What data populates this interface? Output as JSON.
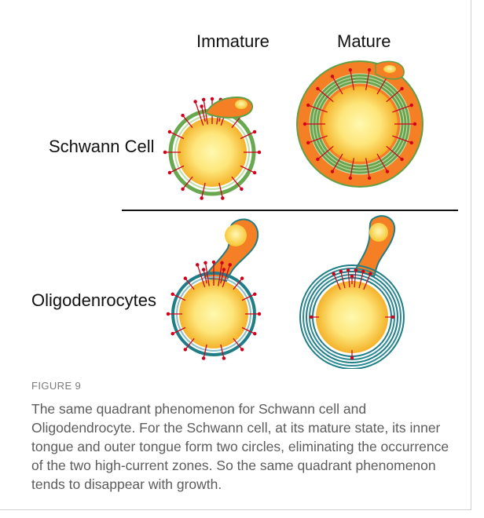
{
  "figure": {
    "column_labels": [
      "Immature",
      "Mature"
    ],
    "row_labels": [
      "Schwann Cell",
      "Oligodenrocytes"
    ],
    "colors": {
      "axon_core": "#fff6a6",
      "axon_edge": "#f5b52a",
      "cytoplasm": "#f57f25",
      "nucleus": "#ffd740",
      "schwann_myelin": "#5fa045",
      "oligo_myelin": "#1f7d86",
      "current_arrows": "#d0021b"
    }
  },
  "caption": {
    "label": "FIGURE 9",
    "text": "The same quadrant phenomenon for Schwann cell and Oligodendrocyte. For the Schwann cell, at its mature state, its inner tongue and outer tongue form two circles, eliminating the occurrence of the two high-current zones. So the same quadrant phenomenon tends to disappear with growth."
  }
}
